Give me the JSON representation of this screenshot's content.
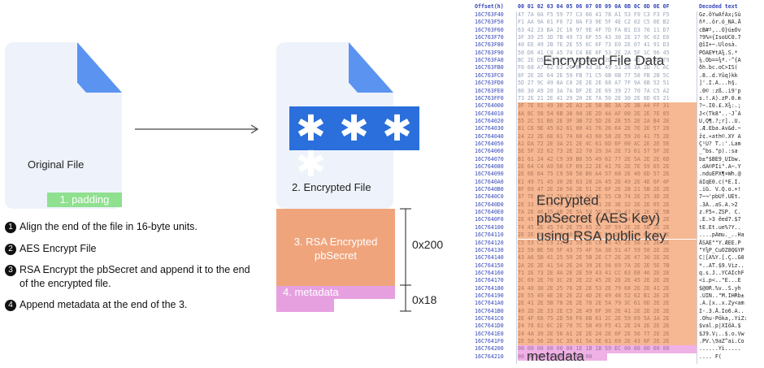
{
  "left": {
    "original_file_label": "Original File",
    "padding_label": "1. padding",
    "encrypted_file_label": "2. Encrypted File",
    "rsa_label": "3. RSA Encrypted pbSecret",
    "metadata_label": "4. metadata",
    "size_200": "0x200",
    "size_18": "0x18",
    "password_mask": "✱ ✱ ✱ ✱",
    "steps": [
      {
        "num": "1",
        "text_lines": [
          "Align the end of the file in 16-byte units."
        ]
      },
      {
        "num": "2",
        "text_lines": [
          "AES Encrypt File"
        ]
      },
      {
        "num": "3",
        "text_lines": [
          "RSA Encrypt the pbSecret and append it to the end",
          "of the encrypted file."
        ]
      },
      {
        "num": "4",
        "text_lines": [
          "Append metadata at the end of the 3."
        ]
      }
    ],
    "colors": {
      "file": "#eef3fb",
      "fold": "#5b93f0",
      "padding": "#8fe08f",
      "password": "#2a6fdb",
      "rsa": "#f0a47c",
      "metadata": "#e6a0e0"
    }
  },
  "hex": {
    "header_offset": "Offset(h)",
    "header_bytes": "00 01 02 03 04 05 06 07 08 09 0A 0B 0C 0D 0E 0F",
    "header_decoded": "Decoded text",
    "label_file_data": "Encrypted File Data",
    "label_rsa": [
      "Encrypted",
      "pbSecret (AES Key)",
      "using RSA public key"
    ],
    "label_metadata": "metadata",
    "colors": {
      "rsa_bg": "#f6b793",
      "meta_bg": "#efb1e6",
      "offset": "#3446b8"
    },
    "rows": [
      {
        "off": "16C763F40",
        "bytes": "47 7A 0A F5 59 77 C3 66 41 78 A1 53 F9 C3 F3 F5",
        "dec": "Gz.õYwÃfAx¡Sù",
        "region": "data"
      },
      {
        "off": "16C763F50",
        "bytes": "F1 AA 9A 01 F6 72 0A F3 9E 5F 4E C2 02 C5 0E B2",
        "dec": "ñª..ör.ó_NÂ.Å",
        "region": "data"
      },
      {
        "off": "16C763F60",
        "bytes": "63 42 23 BA 2C 16 97 9E 4F 7D FA B1 D3 76 11 D7",
        "dec": "cB#º,..O}ú±Óv",
        "region": "data"
      },
      {
        "off": "16C763F70",
        "bytes": "3F 39 25 3D 7B 49 73 6F 55 43 30 2E 37 9C 02 E6",
        "dec": "?9%={IsoUC0.7",
        "region": "data"
      },
      {
        "off": "16C763F80",
        "bytes": "40 EE 49 2B 7E 2E 55 6C 6F 73 E0 2E 07 41 91 D3",
        "dec": "@îI+~.Ulosà.",
        "region": "data"
      },
      {
        "off": "16C763F90",
        "bytes": "50 D6 41 C8 A5 74 C4 BE 8F 53 2E 2A 5F 1C 96 45",
        "dec": "PÖAÈ¥tÄ¾.S.*",
        "region": "data"
      },
      {
        "off": "16C763FA0",
        "bytes": "BC 2E D5 62 3D 3D BE AA 7F 2D 5E 7B 41 6A 4D 79",
        "dec": "¼.Õb==¾ª.-^{A",
        "region": "data"
      },
      {
        "off": "16C763FB0",
        "bytes": "F0 68 A7 62 63 2E 6F 43 3E 49 53 28 3A 2D 7C AC",
        "dec": "ðh.bc.oC>IS(",
        "region": "data"
      },
      {
        "off": "16C763FC0",
        "bytes": "8F 2E 2E 64 2E 59 FB 71 C5 6B 6B 77 58 FB 2B 5C",
        "dec": ".8..d.Yûq)kk",
        "region": "data"
      },
      {
        "off": "16C763FD0",
        "bytes": "5D 27 9C 49 8A C0 2E 2E 2E 68 A7 7F 9A 6B 52 51",
        "dec": "]'.I.À...h§.",
        "region": "data"
      },
      {
        "off": "16C763FE0",
        "bytes": "86 30 A9 20 3A 7A DF 2E 2E 69 39 27 70 7A C5 A2",
        "dec": ".0© :zß..i9'p",
        "region": "data"
      },
      {
        "off": "16C763FF0",
        "bytes": "73 2E 21 2E 41 29 20 2E 7A 50 2E 30 2E 6D 65 21",
        "dec": "s.!.A).zP.0.m",
        "region": "data"
      },
      {
        "off": "16C764000",
        "bytes": "3F 7E 91 49 30 2E A3 2E 58 BE 3A 2E 3B A4 FF 31",
        "dec": "?~.I0.£.X¾:.;",
        "region": "rsa"
      },
      {
        "off": "16C764010",
        "bytes": "4A 8C 58 54 6B 38 94 3E 2D 4A AF 00 2E 2E 7E 85",
        "dec": "J<(Tk8\"..-JˆÂ",
        "region": "rsa"
      },
      {
        "off": "16C764020",
        "bytes": "55 2C 51 B6 2E 3F 3B 72 5D 2E 2E 55 2E 2A B4 2E",
        "dec": "U,Q¶.?;r]..U.",
        "region": "rsa"
      },
      {
        "off": "16C764030",
        "bytes": "81 C6 9E 45 62 61 00 41 76 26 64 2E 7E 2E 57 26",
        "dec": ".Æ.Eba.Av&d.~",
        "region": "rsa"
      },
      {
        "off": "16C764040",
        "bytes": "24 22 2E 6E 61 74 68 43 60 58 2E 59 20 41 75 2E",
        "dec": "ž¢.«ath©.XY A",
        "region": "rsa"
      },
      {
        "off": "16C764050",
        "bytes": "A1 DA 72 2E 3A 21 2E 4C 61 6D 6F 00 AC 2E 2E 5E",
        "dec": "Ç¹Ú? T.:'.Lam",
        "region": "rsa"
      },
      {
        "off": "16C764060",
        "bytes": "5E 5F 22 62 73 2E 22 70 29 3A 2E 73 61 57 5F 2E",
        "dec": "_^bs.\"p).:sa",
        "region": "rsa"
      },
      {
        "off": "16C764070",
        "bytes": "B1 61 24 42 C9 39 B8 55 49 62 77 2E 5A 2E 2E 6D",
        "dec": "b±\"$BÉ9¸UIbw.",
        "region": "rsa"
      },
      {
        "off": "16C764080",
        "bytes": "2E 64 C4 A9 50 CF 69 22 2E 41 7E 2E 7E 59 65 2E",
        "dec": ".dÄ©PÏi\".A~.Y",
        "region": "rsa"
      },
      {
        "off": "16C764090",
        "bytes": "2E 6E 64 75 C9 50 58 B6 A4 57 68 2E 40 6D 57 2E",
        "dec": ".nduÉPX¶¤Wh.@",
        "region": "rsa"
      },
      {
        "off": "16C7640A0",
        "bytes": "E1 49 71 45 30 2E 63 28 2A 45 2E 49 2E 4E 6F 4F",
        "dec": "áIqE0.c(*E.I.",
        "region": "rsa"
      },
      {
        "off": "16C7640B0",
        "bytes": "8F 69 47 2E 20 56 2E 51 2E 6F 2E 2B 21 5B 2E 2E",
        "dec": ".iG. V.Q.o.+!",
        "region": "rsa"
      },
      {
        "off": "16C7640C0",
        "bytes": "37 7E AC 27 70 62 DA 66 2E 55 CB 74 2E 25 3D 2E",
        "dec": "7~¬'pbÚf.UËt.",
        "region": "rsa"
      },
      {
        "off": "16C7640D0",
        "bytes": "2E 33 C4 2E 2E 61 53 2E 41 2E 3E 32 2E 2E 65 2E",
        "dec": ".3Ä..aS.A.>2",
        "region": "rsa"
      },
      {
        "off": "16C7640E0",
        "bytes": "7A 2E 46 35 AB 2E 5A 53 50 2E 20 43 2E 2E 2E 5B",
        "dec": "z.F5«.ZSP. C.",
        "region": "rsa"
      },
      {
        "off": "16C7640F0",
        "bytes": "2E 45 2E 3E 33 20 EA 65 64 37 8E 24 37 59 70 2E",
        "dec": ".E.>3 êed7.$7",
        "region": "rsa"
      },
      {
        "off": "16C764100",
        "bytes": "74 45 2E 45 74 2E 75 65 25 3F 59 2E 2E 5B 2E 2E",
        "dec": "tE.Et.ue%?Y..",
        "region": "rsa"
      },
      {
        "off": "16C764110",
        "bytes": "2E 2E 2E 2E 70 C0 6D 75 2E 5F 2E 2E 48 61 61 2E",
        "dec": "....pÀmu._..Ha",
        "region": "rsa"
      },
      {
        "off": "16C764120",
        "bytes": "C5 53 C2 C9 22 22 59 2E C6 45 45 2E 50 2E 2E 2E",
        "dec": "ÅSÂÉ\"\"Y.ÆEE.P",
        "region": "rsa"
      },
      {
        "off": "16C764130",
        "bytes": "22 59 BE 50 5F 43 75 4F 5A 38 51 47 59 50 2E 2E",
        "dec": "\"Y¾P_CuOZ8QGYP",
        "region": "rsa"
      },
      {
        "off": "16C764140",
        "bytes": "43 A6 5B 41 25 59 2E 5B 2E C7 2E 2E 47 30 2E 2E",
        "dec": "C¦[A%Y.[.Ç..G0",
        "region": "rsa"
      },
      {
        "off": "16C764150",
        "bytes": "2A 2E 2E 41 54 2E 24 39 2E 56 69 7A 2E 2E 5E 7B",
        "dec": "*..AT.$9.Viz..",
        "region": "rsa"
      },
      {
        "off": "16C764160",
        "bytes": "71 2E 73 2E 4A 2E 2E 59 43 41 CC 63 68 46 2E 2E",
        "dec": "q.s.J..YCAÌchF",
        "region": "rsa"
      },
      {
        "off": "16C764170",
        "bytes": "3C 69 2E 70 3C 2E 2E 22 45 2E 2E 2E 45 2E 2E 2E",
        "dec": "<i.p<..\"E...E",
        "region": "rsa"
      },
      {
        "off": "16C764180",
        "bytes": "24 40 30 2E 25 76 2E 2E 53 2E 79 68 2E 2E 41 2E",
        "dec": "$@0R.%v..S.yh",
        "region": "rsa"
      },
      {
        "off": "16C764190",
        "bytes": "2E 55 49 4E 2E 2E 22 4D 2E 49 48 52 62 B1 2E 2E",
        "dec": ".UIN..\"M.IHRb±",
        "region": "rsa"
      },
      {
        "off": "16C7641A0",
        "bytes": "2E 41 2E 5B 78 2E 2E 78 2E 5A 79 3C 61 6D 2E 2E",
        "dec": ".A.[x..x.Zy<am",
        "region": "rsa"
      },
      {
        "off": "16C7641B0",
        "bytes": "49 2D 2E 33 2E C5 2E 49 6F 36 2E 41 2E 2E 2E 2E",
        "dec": "I-.3.Å.Io6.A..",
        "region": "rsa"
      },
      {
        "off": "16C7641C0",
        "bytes": "2E 4F 68 75 2D 50 F6 6B 61 2C 2E 59 69 5A 3A 2E",
        "dec": ".Ohu-Pöka,.YiZ:",
        "region": "rsa"
      },
      {
        "off": "16C7641D0",
        "bytes": "24 76 61 6C 2E 70 7C 58 49 F5 41 2E 24 2E 2E 2E",
        "dec": "$val.p|XIõA.$",
        "region": "rsa"
      },
      {
        "off": "16C7641E0",
        "bytes": "24 4A 39 2E 56 A1 2E 2E 24 2E 6F 2E 56 77 2E 2E",
        "dec": "$J9.V¡..$.o.Vw",
        "region": "rsa"
      },
      {
        "off": "16C7641F0",
        "bytes": "2E 50 56 2E 5C 39 61 5A 5E 61 69 2E 43 6F 2E 2E",
        "dec": ".PV.\\9aZ^ai.Co",
        "region": "rsa"
      },
      {
        "off": "16C764200",
        "bytes": "00 00 00 00 00 00 1E 1B 1B 59 EC 00 00 00 00 00",
        "dec": "......Yì.....",
        "region": "meta"
      },
      {
        "off": "16C764210",
        "bytes": "00 00 00 00 00 00 00 00",
        "dec": ".... F(",
        "region": "meta"
      }
    ]
  }
}
